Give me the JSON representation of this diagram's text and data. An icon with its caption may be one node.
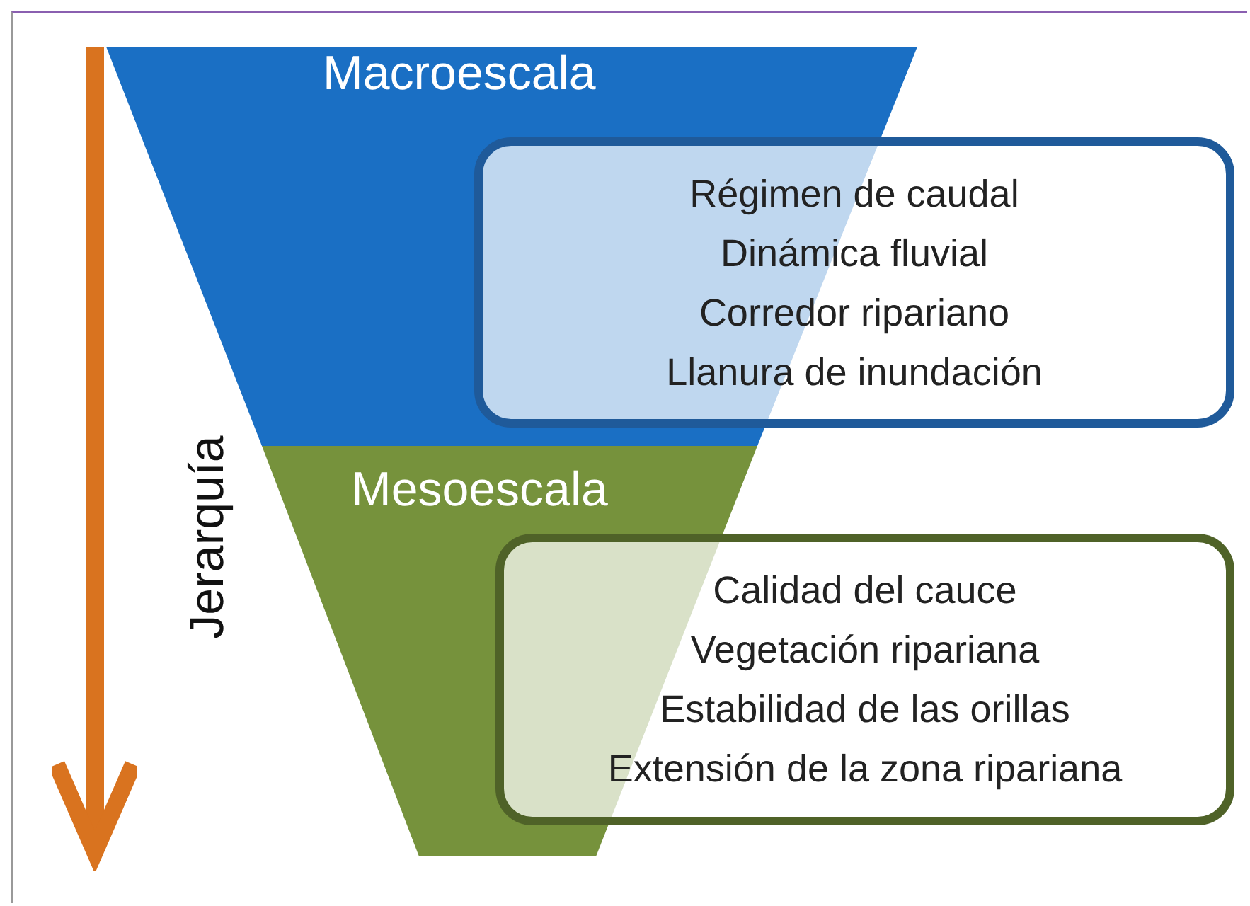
{
  "diagram": {
    "nodes": [
      {
        "text": [
          "Macroescala"
        ]
      },
      {
        "text": [
          "Régimen de caudal",
          "Dinámica fluvial",
          "Corredor ripariano",
          "Llanura de inundación"
        ]
      },
      {
        "text": [
          "Mesoescala"
        ]
      },
      {
        "text": [
          "Calidad del cauce",
          "Vegetación ripariana",
          "Estabilidad de las orillas",
          "Extensión de la zona ripariana"
        ]
      }
    ],
    "edges": [],
    "labels": [
      "Jerarquía"
    ]
  }
}
